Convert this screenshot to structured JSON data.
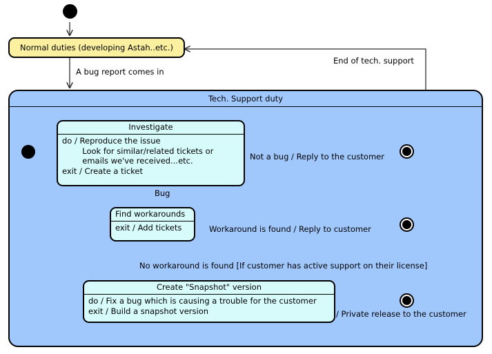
{
  "diagram": {
    "type": "uml-state-machine",
    "title": "Tech. Support duty",
    "colors": {
      "normal_state_fill": "#faf0a0",
      "composite_fill": "#a0c8fd",
      "state_fill": "#d7fafb",
      "stroke": "#000000",
      "background": "#ffffff"
    }
  },
  "nodes": {
    "start": {
      "kind": "initial-pseudostate",
      "label": ""
    },
    "normal_duties": {
      "kind": "simple-state",
      "label": "Normal duties (developing Astah..etc.)"
    },
    "tech_support": {
      "kind": "composite-state",
      "title": "Tech. Support duty"
    },
    "inner_start": {
      "kind": "initial-pseudostate",
      "label": ""
    },
    "investigate": {
      "kind": "state",
      "title": "Investigate",
      "body": "do / Reproduce the issue\n        Look for similar/related tickets or\n        emails we've received...etc.\nexit / Create a ticket"
    },
    "find_workarounds": {
      "kind": "state",
      "title": "Find workarounds",
      "body": "exit / Add tickets"
    },
    "create_snapshot": {
      "kind": "state",
      "title": "Create \"Snapshot\" version",
      "body": "do / Fix a bug which is causing a trouble for the customer\nexit / Build a snapshot version"
    },
    "final_not_a_bug": {
      "kind": "final-state",
      "label": ""
    },
    "final_workaround": {
      "kind": "final-state",
      "label": ""
    },
    "final_snapshot": {
      "kind": "final-state",
      "label": ""
    }
  },
  "transitions": [
    {
      "id": "t_start",
      "from": "start",
      "to": "normal_duties",
      "label": ""
    },
    {
      "id": "t_bug_report",
      "from": "normal_duties",
      "to": "tech_support",
      "label": "A bug report comes in"
    },
    {
      "id": "t_end_support",
      "from": "tech_support",
      "to": "normal_duties",
      "label": "End of tech. support"
    },
    {
      "id": "t_inner_start",
      "from": "inner_start",
      "to": "investigate",
      "label": ""
    },
    {
      "id": "t_not_a_bug",
      "from": "investigate",
      "to": "final_not_a_bug",
      "label": "Not a bug / Reply to the customer"
    },
    {
      "id": "t_bug",
      "from": "investigate",
      "to": "find_workarounds",
      "label": "Bug"
    },
    {
      "id": "t_workaround_found",
      "from": "find_workarounds",
      "to": "final_workaround",
      "label": "Workaround is found / Reply to customer"
    },
    {
      "id": "t_no_workaround",
      "from": "find_workarounds",
      "to": "create_snapshot",
      "label": "No workaround is found [If customer has active support on their license]"
    },
    {
      "id": "t_private_release",
      "from": "create_snapshot",
      "to": "final_snapshot",
      "label": "/ Private release to the customer"
    }
  ]
}
